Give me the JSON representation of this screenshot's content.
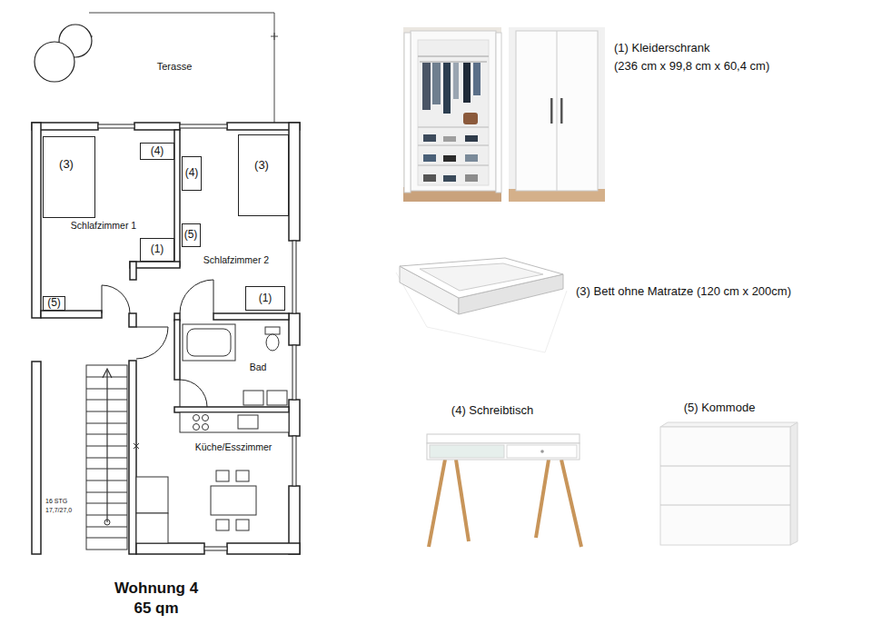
{
  "diagram": {
    "nodes": [
      {
        "text": [
          "Terasse"
        ]
      },
      {
        "text": [
          "Schlafzimmer 1"
        ]
      },
      {
        "text": [
          "(3)"
        ],
        "in": 1
      },
      {
        "text": [
          "(4)"
        ],
        "in": 1
      },
      {
        "text": [
          "(1)"
        ],
        "in": 1
      },
      {
        "text": [
          "(5)"
        ],
        "in": 1
      },
      {
        "text": [
          "Schlafzimmer 2"
        ]
      },
      {
        "text": [
          "(4)"
        ],
        "in": 6
      },
      {
        "text": [
          "(5)"
        ],
        "in": 6
      },
      {
        "text": [
          "(3)"
        ],
        "in": 6
      },
      {
        "text": [
          "(1)"
        ],
        "in": 6
      },
      {
        "text": [
          "Bad"
        ]
      },
      {
        "text": [
          "Küche/Esszimmer"
        ]
      }
    ],
    "labels": [
      "16 STG",
      "17,7/27,0",
      "Wohnung 4",
      "65 qm",
      "(1) Kleiderschrank",
      "(236 cm x 99,8 cm x 60,4 cm)",
      "(3) Bett ohne Matratze (120 cm x 200cm)",
      "(4) Schreibtisch",
      "(5) Kommode"
    ]
  }
}
